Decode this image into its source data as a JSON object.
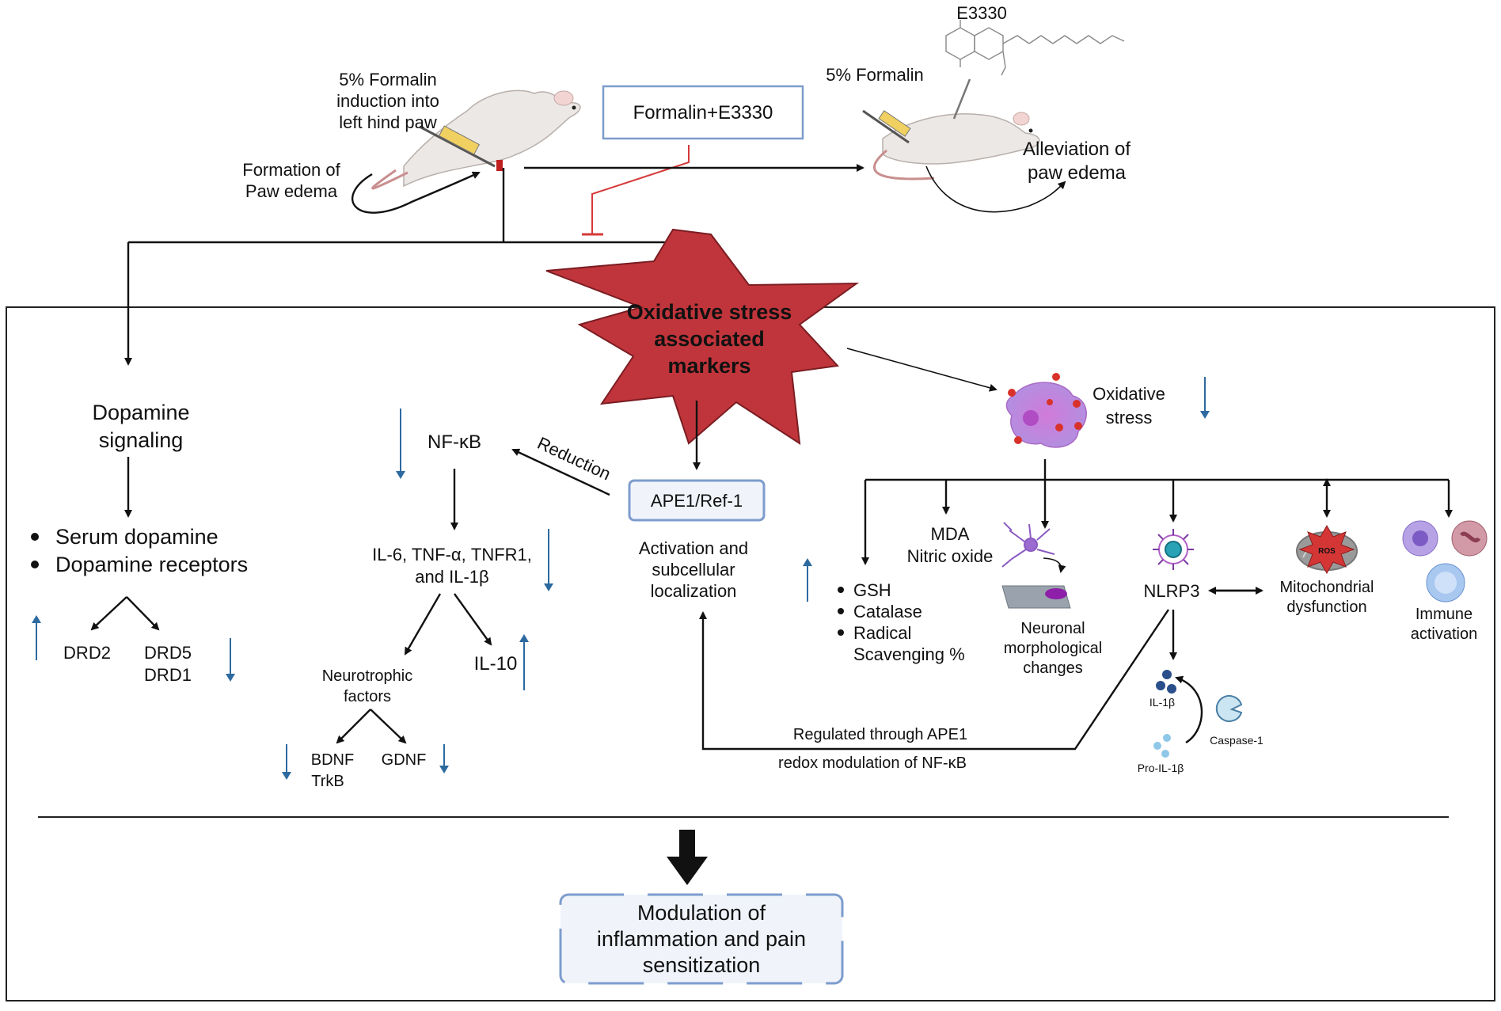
{
  "top": {
    "formalin_label": "5% Formalin induction into left hind paw",
    "formalin_label_lines": [
      "5% Formalin",
      "induction into",
      "left hind paw"
    ],
    "edema_label_lines": [
      "Formation of",
      "Paw edema"
    ],
    "combo_box": "Formalin+E3330",
    "e3330": "E3330",
    "formalin2": "5% Formalin",
    "alleviation_lines": [
      "Alleviation of",
      "paw edema"
    ]
  },
  "center": {
    "star_lines": [
      "Oxidative stress",
      "associated",
      "markers"
    ],
    "ape1": "APE1/Ref-1",
    "activation_lines": [
      "Activation and",
      "subcellular",
      "localization"
    ],
    "reduction": "Reduction",
    "regulated_lines": [
      "Regulated through APE1",
      "redox modulation of NF-κB"
    ]
  },
  "dopamine": {
    "title_lines": [
      "Dopamine",
      "signaling"
    ],
    "bullets": [
      "Serum dopamine",
      "Dopamine receptors"
    ],
    "drd2": "DRD2",
    "drd_right": [
      "DRD5",
      "DRD1"
    ]
  },
  "nfkb": {
    "title": "NF-κB",
    "cytokines_lines": [
      "IL-6, TNF-α, TNFR1,",
      "and IL-1β"
    ],
    "il10": "IL-10",
    "neuro_lines": [
      "Neurotrophic",
      "factors"
    ],
    "bdnf": [
      "BDNF",
      "TrkB"
    ],
    "gdnf": "GDNF"
  },
  "oxstress": {
    "title_lines": [
      "Oxidative",
      "stress"
    ],
    "mda_lines": [
      "MDA",
      "Nitric oxide"
    ],
    "antioxidants": [
      "GSH",
      "Catalase",
      "Radical",
      "Scavenging %"
    ],
    "neuronal_lines": [
      "Neuronal",
      "morphological",
      "changes"
    ],
    "nlrp3": "NLRP3",
    "ros": "ROS",
    "mito_lines": [
      "Mitochondrial",
      "dysfunction"
    ],
    "immune_lines": [
      "Immune",
      "activation"
    ],
    "il1b": "IL-1β",
    "pro_il1b": "Pro-IL-1β",
    "caspase": "Caspase-1"
  },
  "bottom": {
    "outcome_lines": [
      "Modulation of",
      "inflammation and pain",
      "sensitization"
    ]
  },
  "colors": {
    "star_fill": "#c0353b",
    "box_border": "#7d9ccd",
    "inhibit_line": "#d63a3a",
    "arrow_blue": "#2d6aa0"
  }
}
